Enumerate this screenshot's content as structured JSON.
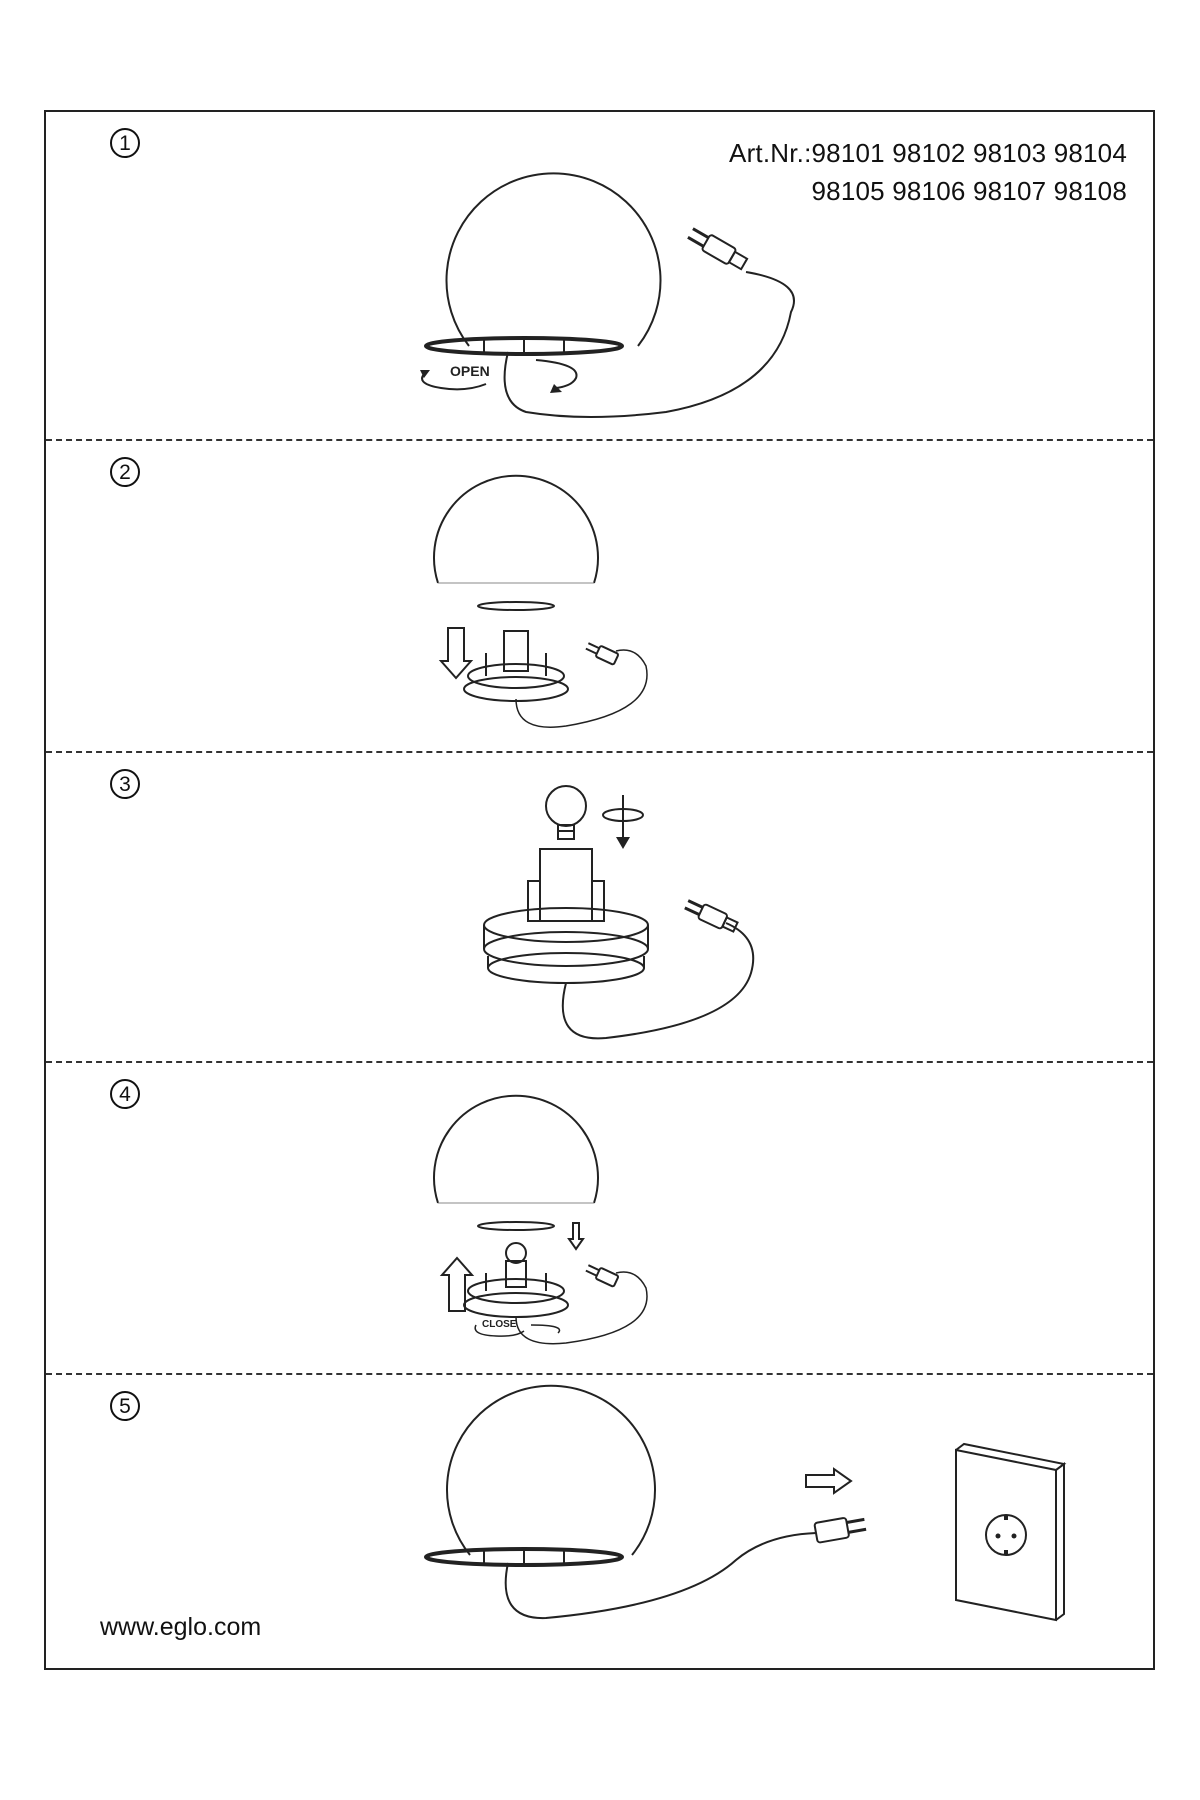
{
  "article_numbers": {
    "line1": "Art.Nr.:98101  98102  98103  98104",
    "line2": "98105  98106  98107  98108"
  },
  "steps": [
    {
      "number": "1",
      "action_label": "OPEN"
    },
    {
      "number": "2"
    },
    {
      "number": "3"
    },
    {
      "number": "4",
      "action_label": "CLOSE"
    },
    {
      "number": "5"
    }
  ],
  "website": "www.eglo.com"
}
